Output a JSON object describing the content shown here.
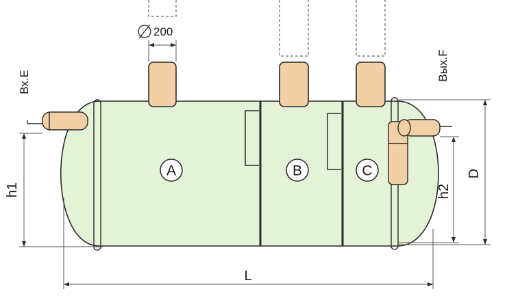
{
  "diagram": {
    "compartments": [
      {
        "key": "a",
        "label": "A"
      },
      {
        "key": "b",
        "label": "B"
      },
      {
        "key": "c",
        "label": "C"
      }
    ],
    "labels": {
      "inlet": "Вх.E",
      "outlet": "Вых.F",
      "diameter": "200",
      "h1": "h1",
      "h2": "h2",
      "d": "D",
      "l": "L"
    },
    "colors": {
      "tank_fill": "#e4f2d8",
      "neck_fill": "#f2cfa4",
      "outline": "#2b2b2b",
      "dimension_line": "#555555"
    }
  }
}
